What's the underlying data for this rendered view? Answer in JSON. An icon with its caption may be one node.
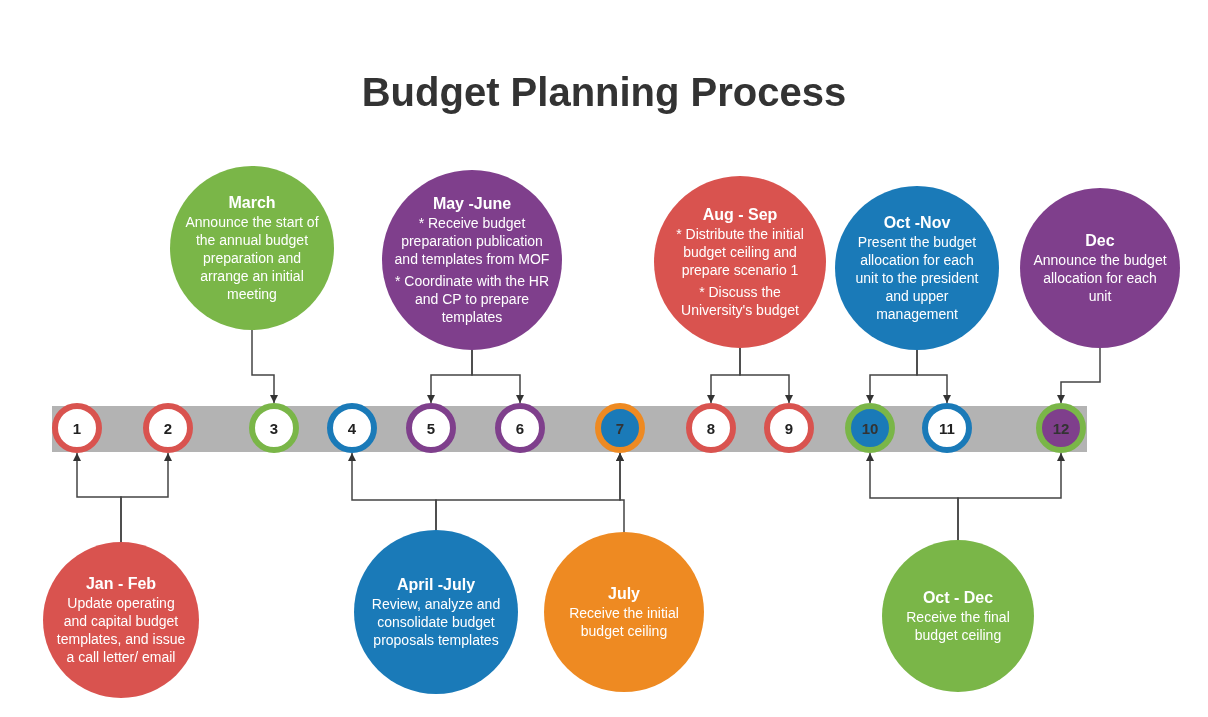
{
  "diagram": {
    "title": "Budget Planning Process",
    "nodes": [
      {
        "text": [
          "March",
          "Announce the start of the annual budget preparation and arrange an initial meeting"
        ]
      },
      {
        "text": [
          "May -June",
          "* Receive budget preparation publication and templates from MOF",
          "* Coordinate with the HR and CP to prepare templates"
        ]
      },
      {
        "text": [
          "Aug - Sep",
          "* Distribute the initial budget ceiling and prepare scenario 1",
          "* Discuss the University's budget"
        ]
      },
      {
        "text": [
          "Oct -Nov",
          "Present the budget allocation for each unit to the president and upper management"
        ]
      },
      {
        "text": [
          "Dec",
          "Announce the budget allocation for each unit"
        ]
      },
      {
        "text": [
          "1"
        ]
      },
      {
        "text": [
          "2"
        ]
      },
      {
        "text": [
          "3"
        ]
      },
      {
        "text": [
          "4"
        ]
      },
      {
        "text": [
          "5"
        ]
      },
      {
        "text": [
          "6"
        ]
      },
      {
        "text": [
          "7"
        ]
      },
      {
        "text": [
          "8"
        ]
      },
      {
        "text": [
          "9"
        ]
      },
      {
        "text": [
          "10"
        ]
      },
      {
        "text": [
          "11"
        ]
      },
      {
        "text": [
          "12"
        ]
      },
      {
        "text": [
          "Jan - Feb",
          "Update operating and capital budget templates, and issue a call letter/ email"
        ]
      },
      {
        "text": [
          "April -July",
          "Review, analyze and consolidate budget proposals templates"
        ]
      },
      {
        "text": [
          "July",
          "Receive the initial budget ceiling"
        ]
      },
      {
        "text": [
          "Oct - Dec",
          "Receive the final budget ceiling"
        ]
      }
    ],
    "edges": [
      {
        "from": 0,
        "to": 7,
        "arrow": "to"
      },
      {
        "from": 1,
        "to": 9,
        "arrow": "to"
      },
      {
        "from": 1,
        "to": 10,
        "arrow": "to"
      },
      {
        "from": 2,
        "to": 12,
        "arrow": "to"
      },
      {
        "from": 2,
        "to": 13,
        "arrow": "to"
      },
      {
        "from": 3,
        "to": 14,
        "arrow": "to"
      },
      {
        "from": 3,
        "to": 15,
        "arrow": "to"
      },
      {
        "from": 4,
        "to": 16,
        "arrow": "to"
      },
      {
        "from": 17,
        "to": 5,
        "arrow": "to"
      },
      {
        "from": 17,
        "to": 6,
        "arrow": "to"
      },
      {
        "from": 18,
        "to": 8,
        "arrow": "to"
      },
      {
        "from": 18,
        "to": 11,
        "arrow": "to"
      },
      {
        "from": 19,
        "to": 11,
        "arrow": "to"
      },
      {
        "from": 20,
        "to": 14,
        "arrow": "to"
      },
      {
        "from": 20,
        "to": 16,
        "arrow": "to"
      }
    ]
  }
}
